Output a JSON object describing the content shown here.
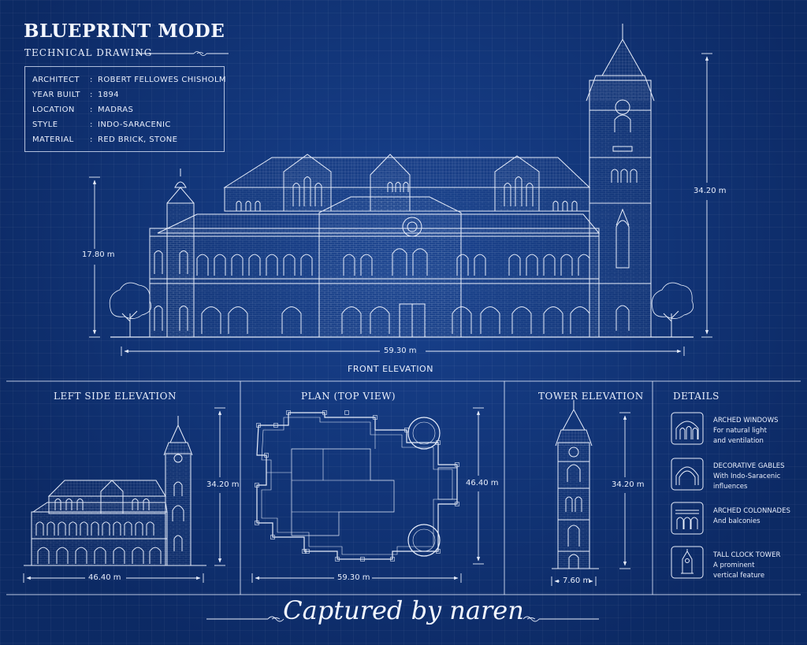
{
  "title": "BLUEPRINT MODE",
  "subtitle": "TECHNICAL DRAWING",
  "info": [
    {
      "key": "ARCHITECT",
      "value": "ROBERT FELLOWES CHISHOLM"
    },
    {
      "key": "YEAR BUILT",
      "value": "1894"
    },
    {
      "key": "LOCATION",
      "value": "MADRAS"
    },
    {
      "key": "STYLE",
      "value": "INDO-SARACENIC"
    },
    {
      "key": "MATERIAL",
      "value": "RED BRICK, STONE"
    }
  ],
  "front": {
    "label": "FRONT ELEVATION",
    "height_left": "17.80 m",
    "height_right": "34.20 m",
    "width": "59.30 m"
  },
  "left_side": {
    "label": "LEFT SIDE ELEVATION",
    "height": "34.20 m",
    "width": "46.40 m"
  },
  "plan": {
    "label": "PLAN (TOP VIEW)",
    "height": "46.40 m",
    "width": "59.30 m"
  },
  "tower": {
    "label": "TOWER ELEVATION",
    "height": "34.20 m",
    "width": "7.60 m"
  },
  "details": {
    "label": "DETAILS",
    "items": [
      {
        "icon": "arched-window-icon",
        "title": "ARCHED WINDOWS",
        "line1": "For natural light",
        "line2": "and ventilation"
      },
      {
        "icon": "decorative-gable-icon",
        "title": "DECORATIVE GABLES",
        "line1": "With Indo-Saracenic",
        "line2": "influences"
      },
      {
        "icon": "arched-colonnade-icon",
        "title": "ARCHED COLONNADES",
        "line1": "And balconies",
        "line2": ""
      },
      {
        "icon": "clock-tower-icon",
        "title": "TALL CLOCK TOWER",
        "line1": "A prominent",
        "line2": "vertical feature"
      }
    ]
  },
  "signature": "Captured by naren",
  "colors": {
    "background": "#10357a",
    "line": "#e8eefb"
  }
}
